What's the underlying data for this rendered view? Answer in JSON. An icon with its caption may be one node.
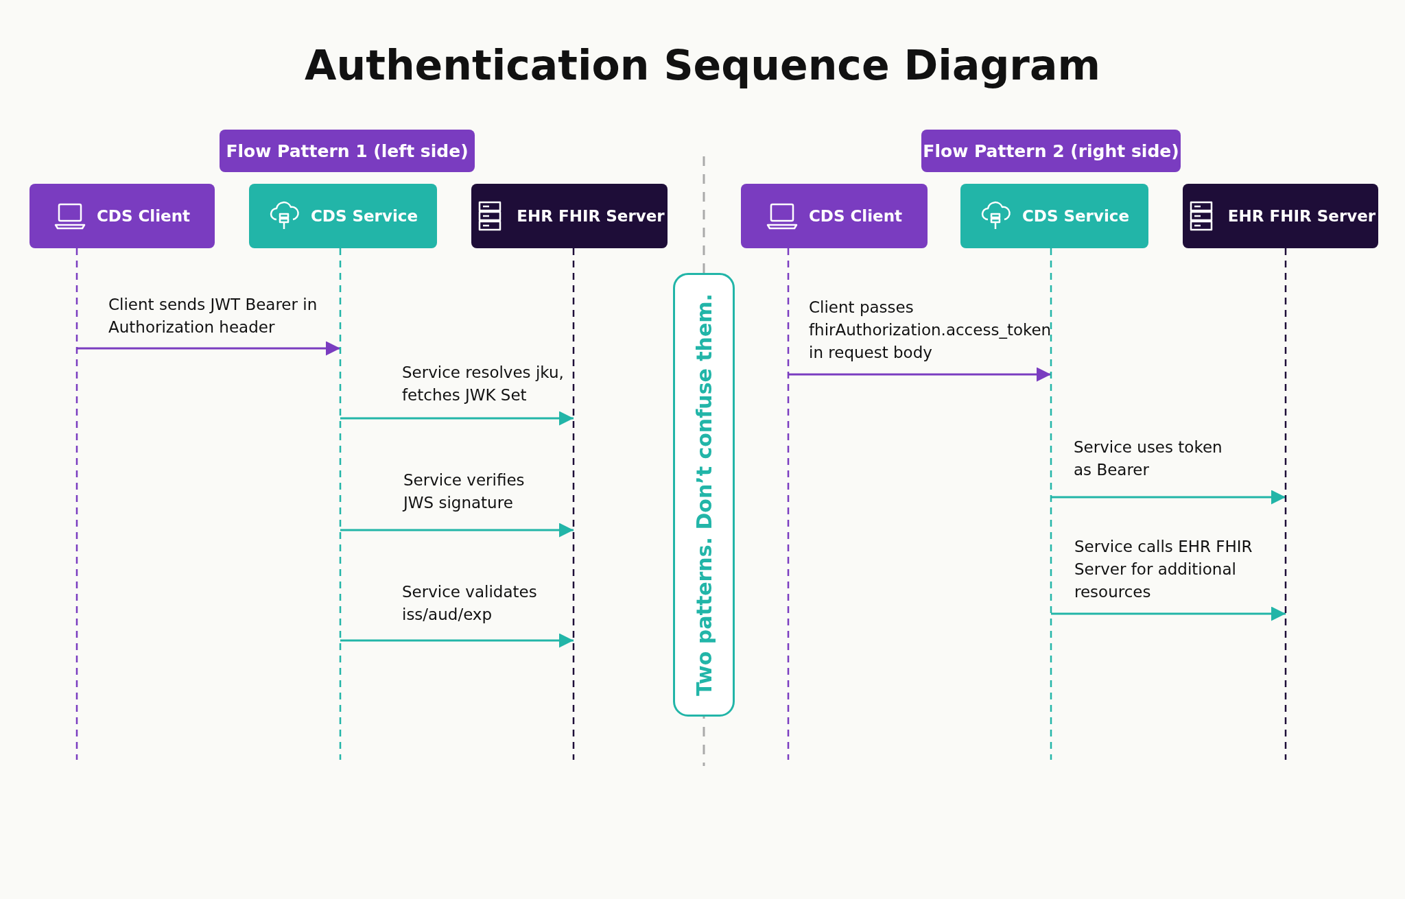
{
  "diagram": {
    "title": "Authentication Sequence Diagram",
    "nodes": [
      {
        "text": [
          "Flow Pattern 1 (left side)"
        ]
      },
      {
        "text": [
          "CDS Client"
        ]
      },
      {
        "text": [
          "CDS Service"
        ]
      },
      {
        "text": [
          "EHR FHIR Server"
        ]
      },
      {
        "text": [
          "Two patterns. Don’t confuse them."
        ]
      },
      {
        "text": [
          "Flow Pattern 2 (right side)"
        ]
      },
      {
        "text": [
          "CDS Client"
        ]
      },
      {
        "text": [
          "CDS Service"
        ]
      },
      {
        "text": [
          "EHR FHIR Server"
        ]
      }
    ],
    "edges": [
      {
        "from": 1,
        "to": 2,
        "arrow": "to",
        "label": "Client sends JWT Bearer in Authorization header",
        "color": "#7a3cc0"
      },
      {
        "from": 2,
        "to": 3,
        "arrow": "to",
        "label": "Service resolves jku, fetches JWK Set"
      },
      {
        "from": 2,
        "to": 3,
        "arrow": "to",
        "label": "Service verifies JWS signature"
      },
      {
        "from": 2,
        "to": 3,
        "arrow": "to",
        "label": "Service validates iss/aud/exp"
      },
      {
        "from": 6,
        "to": 7,
        "arrow": "to",
        "label": "Client passes fhirAuthorization.access_token in request body",
        "color": "#7a3cc0"
      },
      {
        "from": 7,
        "to": 8,
        "arrow": "to",
        "label": "Service uses token as Bearer"
      },
      {
        "from": 7,
        "to": 8,
        "arrow": "to",
        "label": "Service calls EHR FHIR Server for additional resources"
      }
    ]
  }
}
